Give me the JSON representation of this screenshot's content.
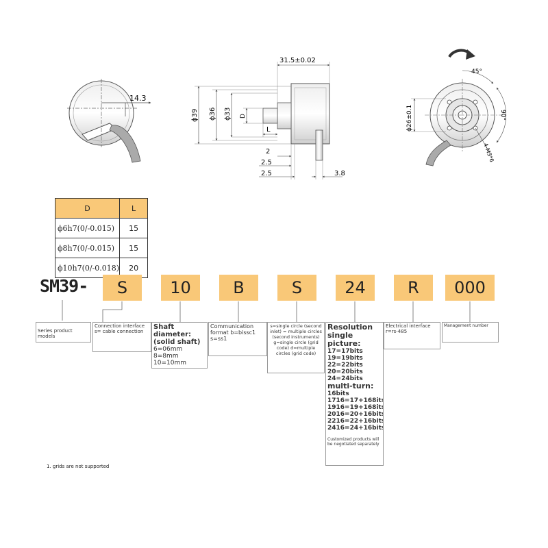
{
  "drawing": {
    "dim_31_5": "31.5±0.02",
    "dim_14_3": "14.3",
    "dim_39": "ϕ39",
    "dim_36": "ϕ36",
    "dim_33": "ϕ33",
    "dim_D": "D",
    "dim_L": "L",
    "dim_2": "2",
    "dim_2_5a": "2.5",
    "dim_2_5b": "2.5",
    "dim_3_8": "3.8",
    "dim_26": "ϕ26±0.1",
    "dim_45": "45°",
    "dim_90": "90°",
    "dim_m3": "4-M3*6"
  },
  "table": {
    "headers": [
      "D",
      "L"
    ],
    "rows": [
      {
        "d": "ϕ6h7(0/-0.015)",
        "l": "15"
      },
      {
        "d": "ϕ8h7(0/-0.015)",
        "l": "15"
      },
      {
        "d": "ϕ10h7(0/-0.018)",
        "l": "20"
      }
    ]
  },
  "model": {
    "prefix": "SM39-",
    "codes": [
      "S",
      "10",
      "B",
      "S",
      "24",
      "R",
      "000"
    ]
  },
  "descriptions": {
    "series": "Series product models",
    "connection": "Connection interface s= cable connection",
    "shaft_title": "Shaft diameter:",
    "shaft_sub": "(solid shaft)",
    "shaft_values": "6=06mm 8=8mm 10=10mm",
    "comm_title": "Communication format b=bissc1",
    "comm_sub": "s=ss1",
    "circle": "s=single circle (second inlet) = multiple circles (second instruments) g=single circle (grid code) d=multiple circles (grid code)",
    "resolution_title": "Resolution single picture:",
    "resolution_values": [
      "17=17bits",
      "19=19bits",
      "22=22bits",
      "20=20bits",
      "24=24bits"
    ],
    "multiturn_title": "multi-turn:",
    "multiturn_values": [
      "16bits",
      "1716=17+168its",
      "1916=19+168its",
      "2016=20+16bits",
      "2216=22+16bits",
      "2416=24+16bits"
    ],
    "customized": "Customized products will be negotiated separately",
    "electrical": "Electrical interface r=rs-485",
    "management": "Management number"
  },
  "note": "1. grids are not supported"
}
